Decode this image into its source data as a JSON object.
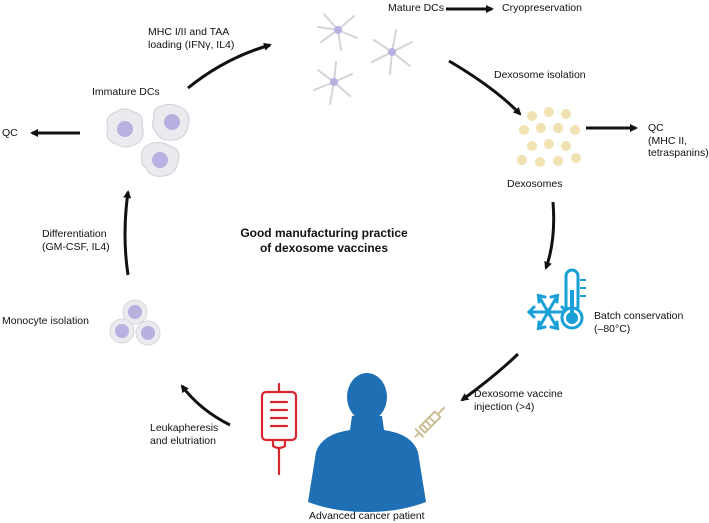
{
  "center": {
    "line1": "Good manufacturing practice",
    "line2": "of  dexosome vaccines"
  },
  "stages": {
    "mature_dcs": "Mature DCs",
    "cryopreservation": "Cryopreservation",
    "mhc_loading_line1": "MHC I/II and TAA",
    "mhc_loading_line2": "loading (IFNγ, IL4)",
    "immature_dcs": "Immature DCs",
    "qc_left": "QC",
    "dexosome_isolation": "Dexosome isolation",
    "dexosomes": "Dexosomes",
    "qc_right_line1": "QC",
    "qc_right_line2": "(MHC II,",
    "qc_right_line3": "tetraspanins)",
    "differentiation_line1": "Differentiation",
    "differentiation_line2": "(GM-CSF, IL4)",
    "monocyte_isolation": "Monocyte isolation",
    "batch_line1": "Batch conservation",
    "batch_line2": "(–80°C)",
    "injection_line1": "Dexosome vaccine",
    "injection_line2": "injection (>4)",
    "leuka_line1": "Leukapheresis",
    "leuka_line2": "and elutriation",
    "patient": "Advanced cancer patient"
  },
  "icons": [
    "mature-dc-icon",
    "immature-dc-icon",
    "dexosome-particles-icon",
    "monocyte-icon",
    "snowflake-icon",
    "thermometer-icon",
    "iv-bag-icon",
    "syringe-icon",
    "patient-silhouette-icon"
  ],
  "colors": {
    "arrow": "#111111",
    "cell_fill": "#e8e8ec",
    "cell_outline": "#c9c9cf",
    "nucleus": "#b9b0e0",
    "dexosome": "#f0e0ae",
    "ice_blue": "#1aa0d8",
    "patient_blue": "#1f6fb5",
    "iv_red": "#d8262f"
  }
}
